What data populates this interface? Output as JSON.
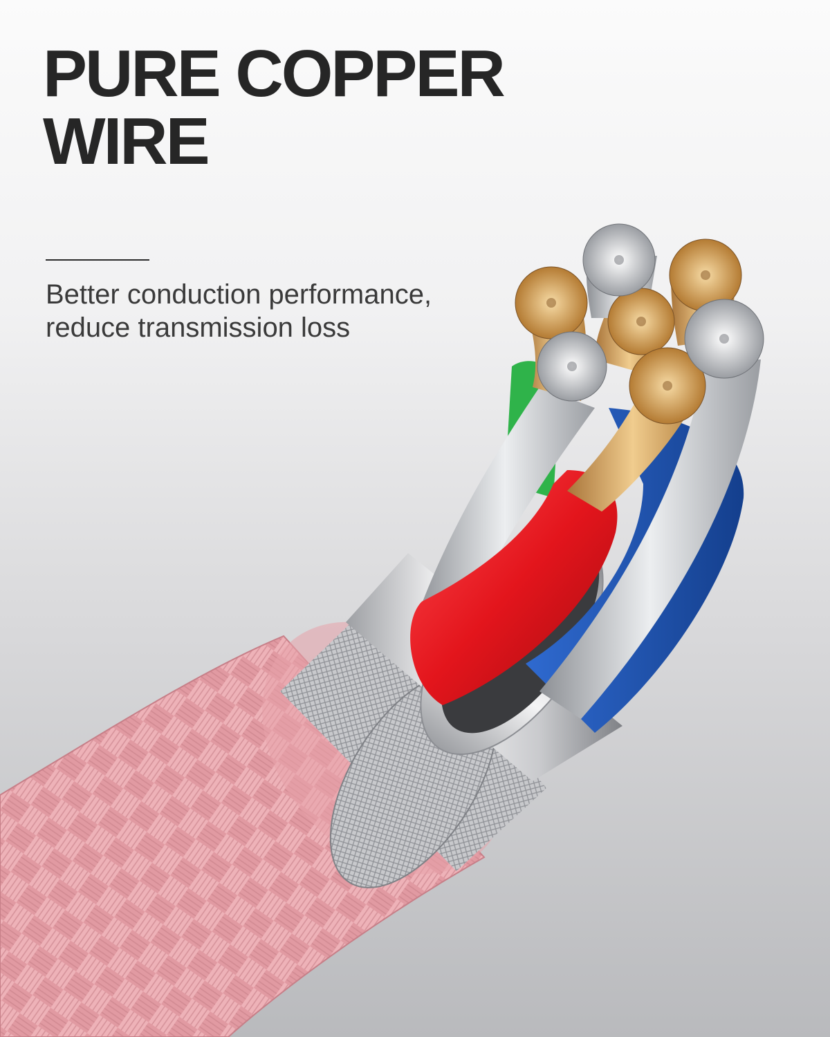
{
  "headline": {
    "line1": "PURE COPPER",
    "line2": "WIRE"
  },
  "caption": {
    "line1": "Better conduction performance,",
    "line2": "reduce transmission loss"
  },
  "colors": {
    "headline": "#262626",
    "braid": "#e9a6ac",
    "shield": "#d3d4d6",
    "red_insulation": "#e3151c",
    "blue_insulation": "#1f56b5",
    "green_insulation": "#2fb34a",
    "copper": "#d6a45f",
    "silver": "#cfd1d4"
  },
  "illustration": {
    "subject": "braided cable cross-section with copper and silver conductors",
    "icon": "cable-cutaway-illustration"
  }
}
